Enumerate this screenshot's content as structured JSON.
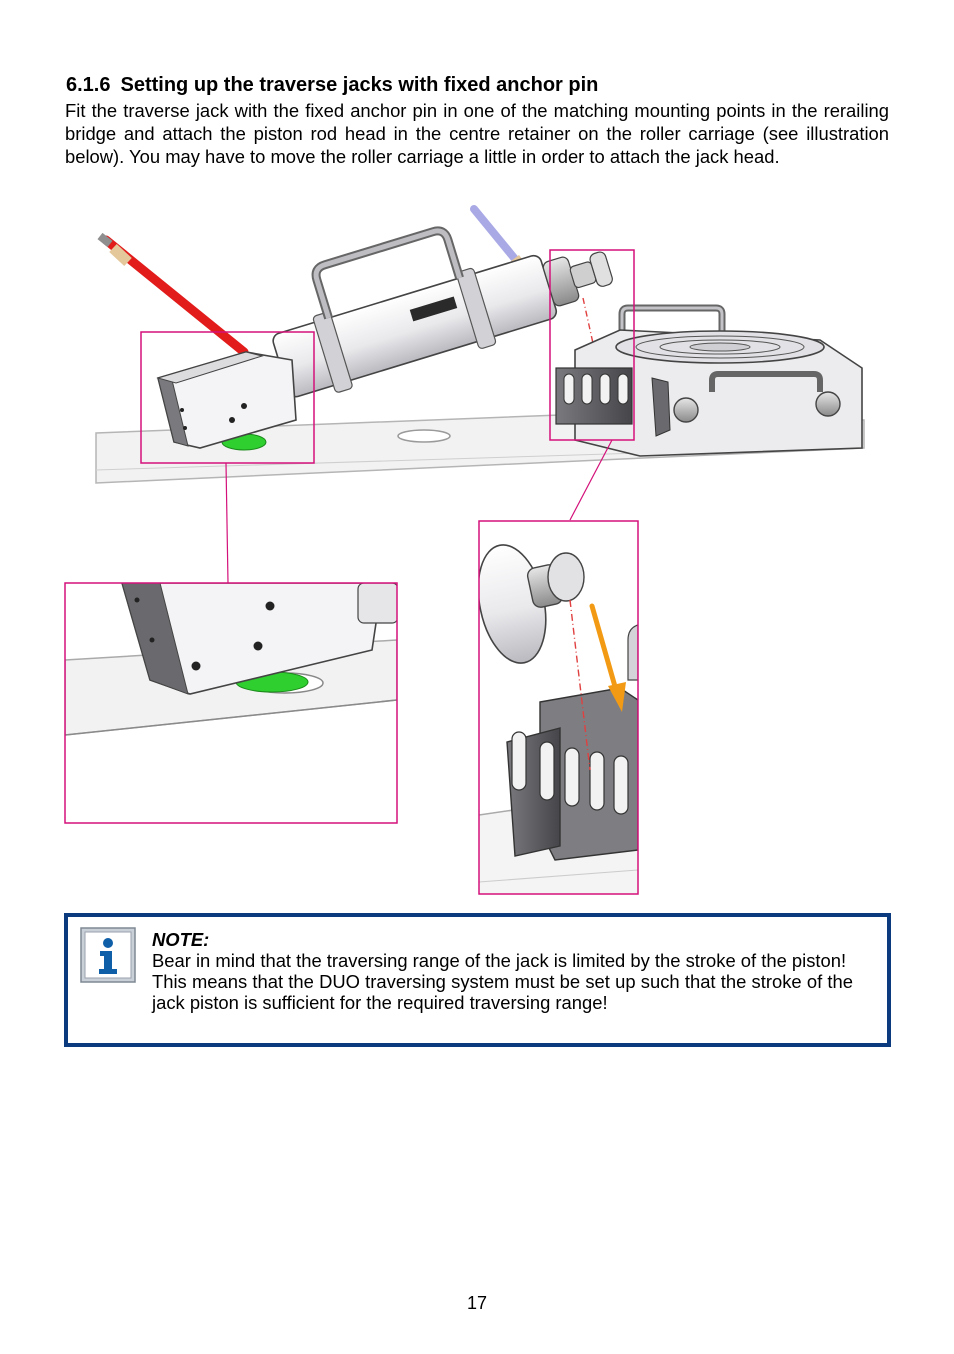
{
  "section": {
    "number": "6.1.6",
    "title": "Setting up the traverse jacks with fixed anchor pin"
  },
  "intro_text": "Fit the traverse jack with the fixed anchor pin in one of the matching mounting points in the rerailing bridge and attach the piston rod head in the centre retainer on the roller carriage (see illustration below). You may have to move the roller carriage a little in order to attach the jack head.",
  "note": {
    "icon": "info-icon",
    "title": "NOTE:",
    "line1": "Bear in mind that the traversing range of the jack is limited by the stroke of the piston!",
    "line2": "This means that the DUO traversing system must be set up such that the stroke of the jack piston is sufficient for the required traversing range!"
  },
  "colors": {
    "note_border": "#0b3a7e",
    "callout": "#d4117a",
    "hose_red": "#e21b1b",
    "hose_blue": "#a9a9e6",
    "anchor_green": "#2ecf2e",
    "arrow_orange": "#f29a13"
  },
  "page_number": "17"
}
